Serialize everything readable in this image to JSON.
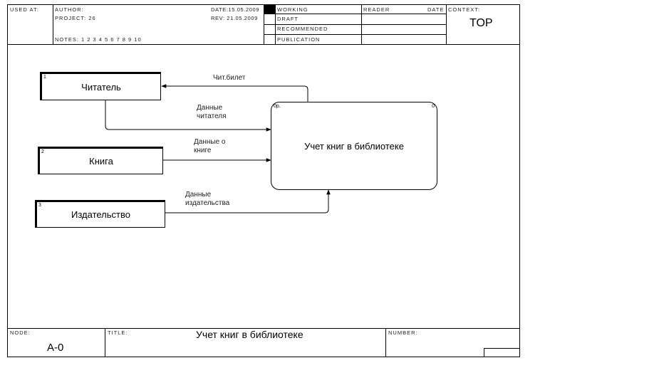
{
  "header": {
    "used_at": "USED AT:",
    "author": "AUTHOR:",
    "project": "PROJECT:  26",
    "notes": "NOTES:  1  2  3  4  5  6  7  8  9  10",
    "date": "DATE:15.05.2009",
    "rev": "REV:   21.05.2009",
    "status": [
      "WORKING",
      "DRAFT",
      "RECOMMENDED",
      "PUBLICATION"
    ],
    "reader": "READER",
    "reader_date": "DATE",
    "context": "CONTEXT:",
    "context_value": "TOP"
  },
  "diagram": {
    "entities": [
      {
        "num": "1",
        "label": "Читатель"
      },
      {
        "num": "2",
        "label": "Книга"
      },
      {
        "num": "3",
        "label": "Издательство"
      }
    ],
    "process": {
      "id": "0р.",
      "corner": "0",
      "label": "Учет книг в библиотеке"
    },
    "flows": [
      {
        "label": "Чит.билет"
      },
      {
        "label": "Данные\nчитателя"
      },
      {
        "label": "Данные о\nкниге"
      },
      {
        "label": "Данные\nиздательства"
      }
    ]
  },
  "footer": {
    "node_caption": "NODE:",
    "node": "A-0",
    "title_caption": "TITLE:",
    "title": "Учет книг в библиотеке",
    "number_caption": "NUMBER:"
  }
}
